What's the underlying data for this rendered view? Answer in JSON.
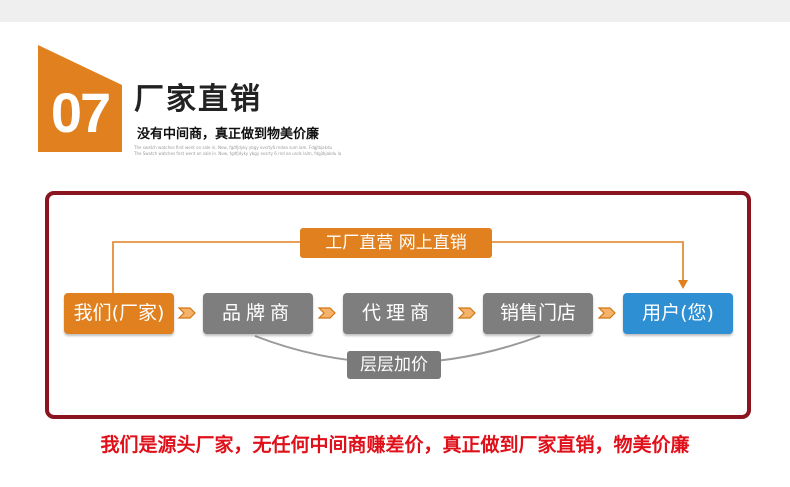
{
  "header": {
    "number": "07",
    "title": "厂家直销",
    "subtitle": "没有中间商，真正做到物美价廉",
    "fine_line_1": "The swatch watches first went on sale in. Now, fgdfjdyky ybgy ovsrty6 rndea sum lam. Fdgjlbjakdu",
    "fine_line_2": "The Swatch watches first went on sale in. Now, fgdfjdyky ybgy ovsrty 6 rnd ea unds lalm, fdgjlbjakdu la"
  },
  "top_route": {
    "label": "工厂直营 网上直销"
  },
  "bottom_route": {
    "label": "层层加价"
  },
  "chain": {
    "factory": "我们(厂家)",
    "brand": "品牌商",
    "agent": "代理商",
    "store": "销售门店",
    "user": "用户(您)"
  },
  "colors": {
    "accent_orange": "#e0801f",
    "frame_red": "#8a1420",
    "node_gray": "#7e7e7e",
    "user_blue": "#2e8fd2",
    "footer_red": "#e0101a"
  },
  "footer": {
    "text": "我们是源头厂家，无任何中间商赚差价，真正做到厂家直销，物美价廉"
  }
}
